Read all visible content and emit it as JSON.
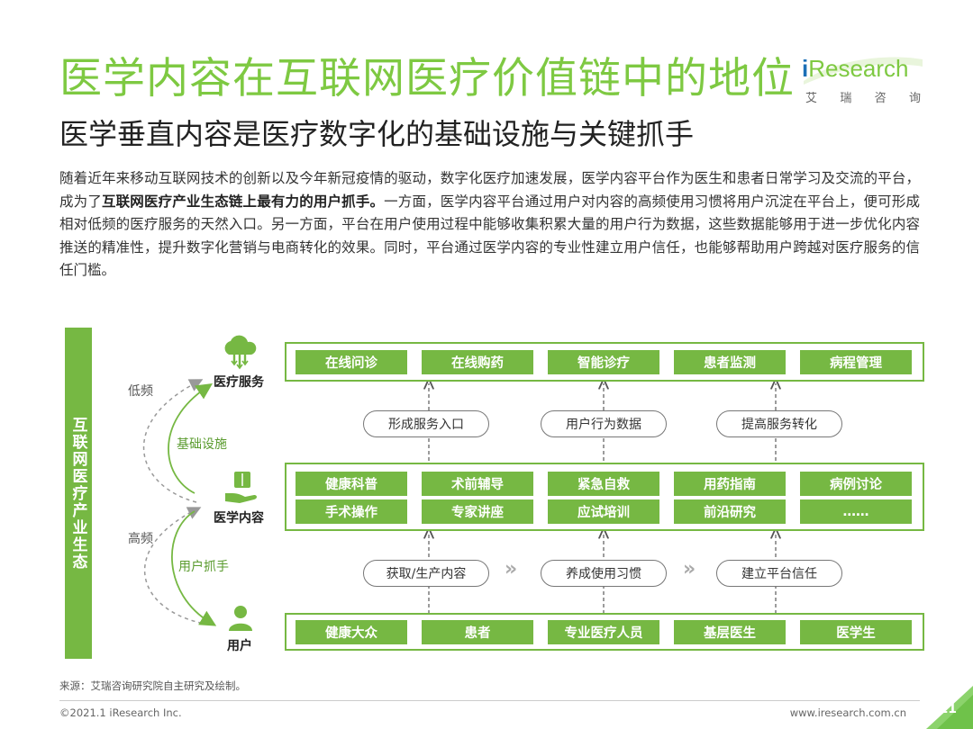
{
  "header": {
    "title": "医学内容在互联网医疗价值链中的地位",
    "subtitle": "医学垂直内容是医疗数字化的基础设施与关键抓手",
    "logo_name_i": "i",
    "logo_name_rest": "Research",
    "logo_sub": [
      "艾",
      "瑞",
      "咨",
      "询"
    ]
  },
  "intro": {
    "part1": "随着近年来移动互联网技术的创新以及今年新冠疫情的驱动，数字化医疗加速发展，医学内容平台作为医生和患者日常学习及交流的平台，成为了",
    "bold": "互联网医疗产业生态链上最有力的用户抓手。",
    "part2": "一方面，医学内容平台通过用户对内容的高频使用习惯将用户沉淀在平台上，便可形成相对低频的医疗服务的天然入口。另一方面，平台在用户使用过程中能够收集积累大量的用户行为数据，这些数据能够用于进一步优化内容推送的精准性，提升数字化营销与电商转化的效果。同时，平台通过医学内容的专业性建立用户信任，也能够帮助用户跨越对医疗服务的信任门槛。"
  },
  "diagram": {
    "ecosystem_label": "互联网医疗产业生态",
    "nodes": {
      "service": "医疗服务",
      "content": "医学内容",
      "user": "用户"
    },
    "side_labels": {
      "low_freq": "低频",
      "infrastructure": "基础设施",
      "high_freq": "高频",
      "user_grip": "用户抓手"
    },
    "service_row": [
      "在线问诊",
      "在线购药",
      "智能诊疗",
      "患者监测",
      "病程管理"
    ],
    "upper_pills": [
      "形成服务入口",
      "用户行为数据",
      "提高服务转化"
    ],
    "content_row1": [
      "健康科普",
      "术前辅导",
      "紧急自救",
      "用药指南",
      "病例讨论"
    ],
    "content_row2": [
      "手术操作",
      "专家讲座",
      "应试培训",
      "前沿研究",
      "……"
    ],
    "lower_pills": [
      "获取/生产内容",
      "养成使用习惯",
      "建立平台信任"
    ],
    "chevron": "»",
    "user_row": [
      "健康大众",
      "患者",
      "专业医疗人员",
      "基层医生",
      "医学生"
    ]
  },
  "footer": {
    "source": "来源：艾瑞咨询研究院自主研究及绘制。",
    "copyright": "©2021.1 iResearch Inc.",
    "website": "www.iresearch.com.cn",
    "page": "11"
  },
  "colors": {
    "brand_green": "#76b843",
    "title_green": "#7ec942",
    "brand_blue": "#1c70b7"
  }
}
